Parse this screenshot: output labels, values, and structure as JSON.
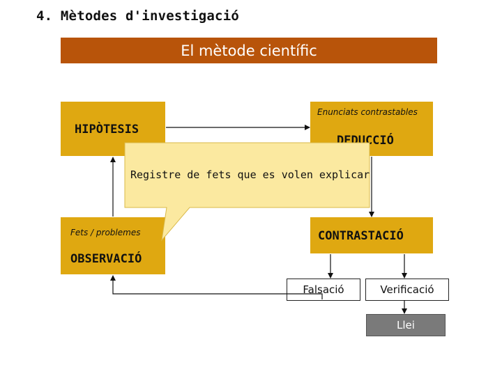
{
  "title": "4. Mètodes d'investigació",
  "banner": "El mètode científic",
  "nodes": {
    "hipotesis": "HIPÒTESIS",
    "enunciats": "Enunciats contrastables",
    "deduccio": "DEDUCCIÓ",
    "fets": "Fets / problemes",
    "observacio": "OBSERVACIÓ",
    "contrastacio": "CONTRASTACIÓ",
    "falsacio": "Falsació",
    "verificacio": "Verificació",
    "llei": "Llei"
  },
  "callout": "Registre de fets que es volen explicar",
  "colors": {
    "banner": "#b8540a",
    "box": "#dfa811",
    "callout": "#fbe9a0",
    "llei": "#7a7a7a"
  }
}
